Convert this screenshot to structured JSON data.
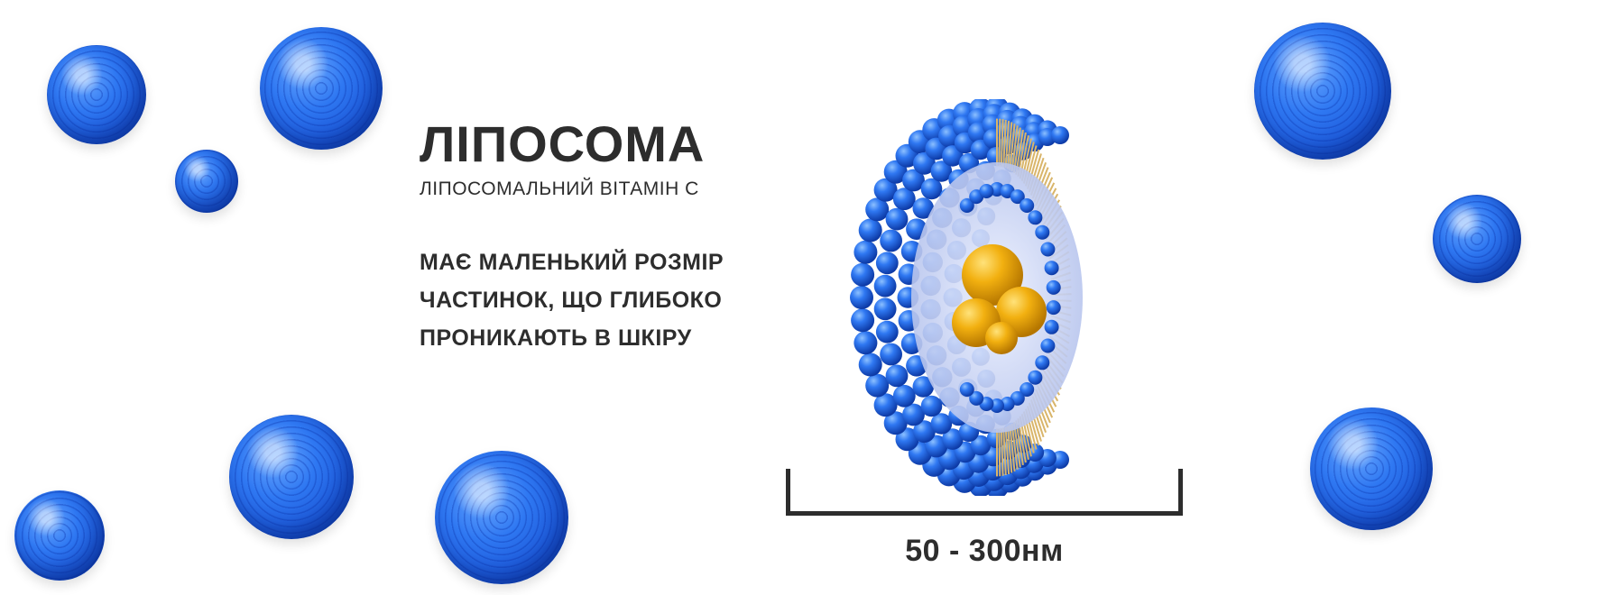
{
  "heading": {
    "title": "ЛІПОСОМА",
    "subtitle": "ЛІПОСОМАЛЬНИЙ ВІТАМІН С"
  },
  "description": {
    "line1": "МАЄ МАЛЕНЬКИЙ РОЗМІР",
    "line2": "ЧАСТИНОК, ЩО ГЛИБОКО",
    "line3": "ПРОНИКАЮТЬ В ШКІРУ"
  },
  "measurement": {
    "label": "50 - 300нм"
  },
  "colors": {
    "sphere_blue": "#2f78f2",
    "core_gold": "#f2b010",
    "lipid_tail": "#d9b56a",
    "text": "#2d2d2d"
  }
}
